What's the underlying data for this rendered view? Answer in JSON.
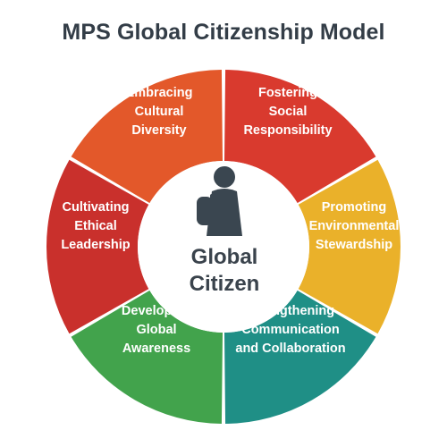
{
  "title": "MPS Global Citizenship Model",
  "center": {
    "lines": [
      "Global",
      "Citizen"
    ],
    "icon": "student-with-backpack-icon"
  },
  "segments": [
    {
      "key": "embracing-cultural-diversity",
      "color": "#e3582a",
      "lines": [
        "Embracing",
        "Cultural",
        "Diversity"
      ]
    },
    {
      "key": "fostering-social-responsibility",
      "color": "#d93a2e",
      "lines": [
        "Fostering",
        "Social",
        "Responsibility"
      ]
    },
    {
      "key": "promoting-environmental-stewardship",
      "color": "#eab12a",
      "lines": [
        "Promoting",
        "Environmental",
        "Stewardship"
      ]
    },
    {
      "key": "strengthening-communication-collaboration",
      "color": "#1f8f86",
      "lines": [
        "Strengthening",
        "Communication",
        "and Collaboration"
      ]
    },
    {
      "key": "developing-global-awareness",
      "color": "#42a34c",
      "lines": [
        "Developing",
        "Global",
        "Awareness"
      ]
    },
    {
      "key": "cultivating-ethical-leadership",
      "color": "#c9302c",
      "lines": [
        "Cultivating",
        "Ethical",
        "Leadership"
      ]
    }
  ]
}
